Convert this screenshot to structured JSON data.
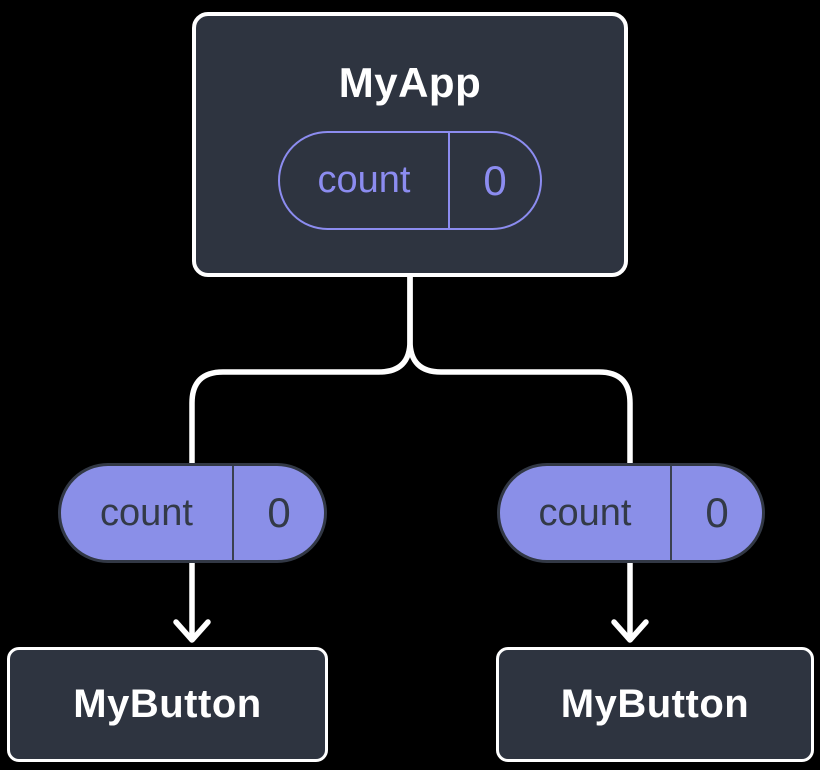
{
  "diagram": {
    "description": "Component tree showing state lifted up: MyApp holds count state and passes it as a prop to two MyButton children",
    "colors": {
      "background": "#000000",
      "node_fill": "#2e3440",
      "node_border": "#ffffff",
      "node_text": "#ffffff",
      "pill_solid_fill": "#8a8fe8",
      "pill_solid_border": "#323845",
      "pill_solid_text": "#333a47",
      "pill_outline_stroke": "#8c8cf0",
      "pill_outline_text": "#8c8cf0",
      "connector": "#ffffff"
    }
  },
  "root": {
    "title": "MyApp",
    "state": {
      "name": "count",
      "value": "0"
    }
  },
  "children": [
    {
      "title": "MyButton",
      "prop": {
        "name": "count",
        "value": "0"
      }
    },
    {
      "title": "MyButton",
      "prop": {
        "name": "count",
        "value": "0"
      }
    }
  ]
}
